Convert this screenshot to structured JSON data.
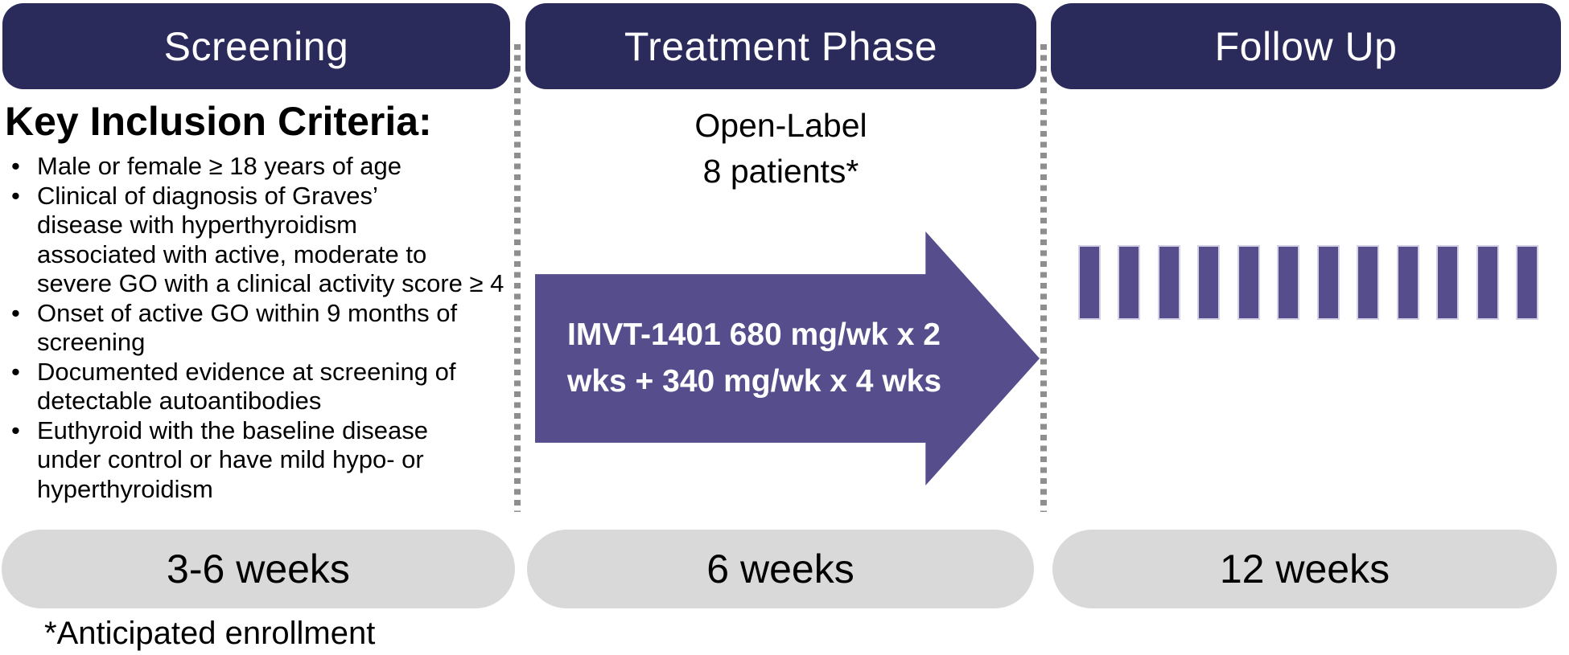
{
  "colors": {
    "header_bg": "#2a2a5b",
    "accent_purple": "#554d8c",
    "pill_bg": "#d9d9d9",
    "divider_gray": "#8e8e8e",
    "header_text": "#ffffff",
    "body_text": "#000000"
  },
  "bullet_char": "•",
  "columns": {
    "screening": {
      "header": "Screening",
      "criteria_heading": "Key Inclusion Criteria:",
      "bullets": [
        "Male or female ≥ 18 years of age",
        "Clinical of diagnosis of Graves’\ndisease with hyperthyroidism\nassociated with active, moderate to\nsevere GO with a clinical activity score ≥ 4",
        "Onset of active GO within 9 months of\nscreening",
        "Documented evidence at screening of\ndetectable autoantibodies",
        "Euthyroid with the baseline disease\nunder control or have mild hypo- or\nhyperthyroidism"
      ],
      "duration": "3-6 weeks"
    },
    "treatment": {
      "header": "Treatment Phase",
      "subtitle": "Open-Label\n8 patients*",
      "arrow_label": "IMVT-1401 680 mg/wk x 2\nwks + 340 mg/wk x 4 wks",
      "duration": "6 weeks"
    },
    "followup": {
      "header": "Follow Up",
      "tick_count": 12,
      "duration": "12 weeks"
    }
  },
  "footnote": "*Anticipated enrollment"
}
